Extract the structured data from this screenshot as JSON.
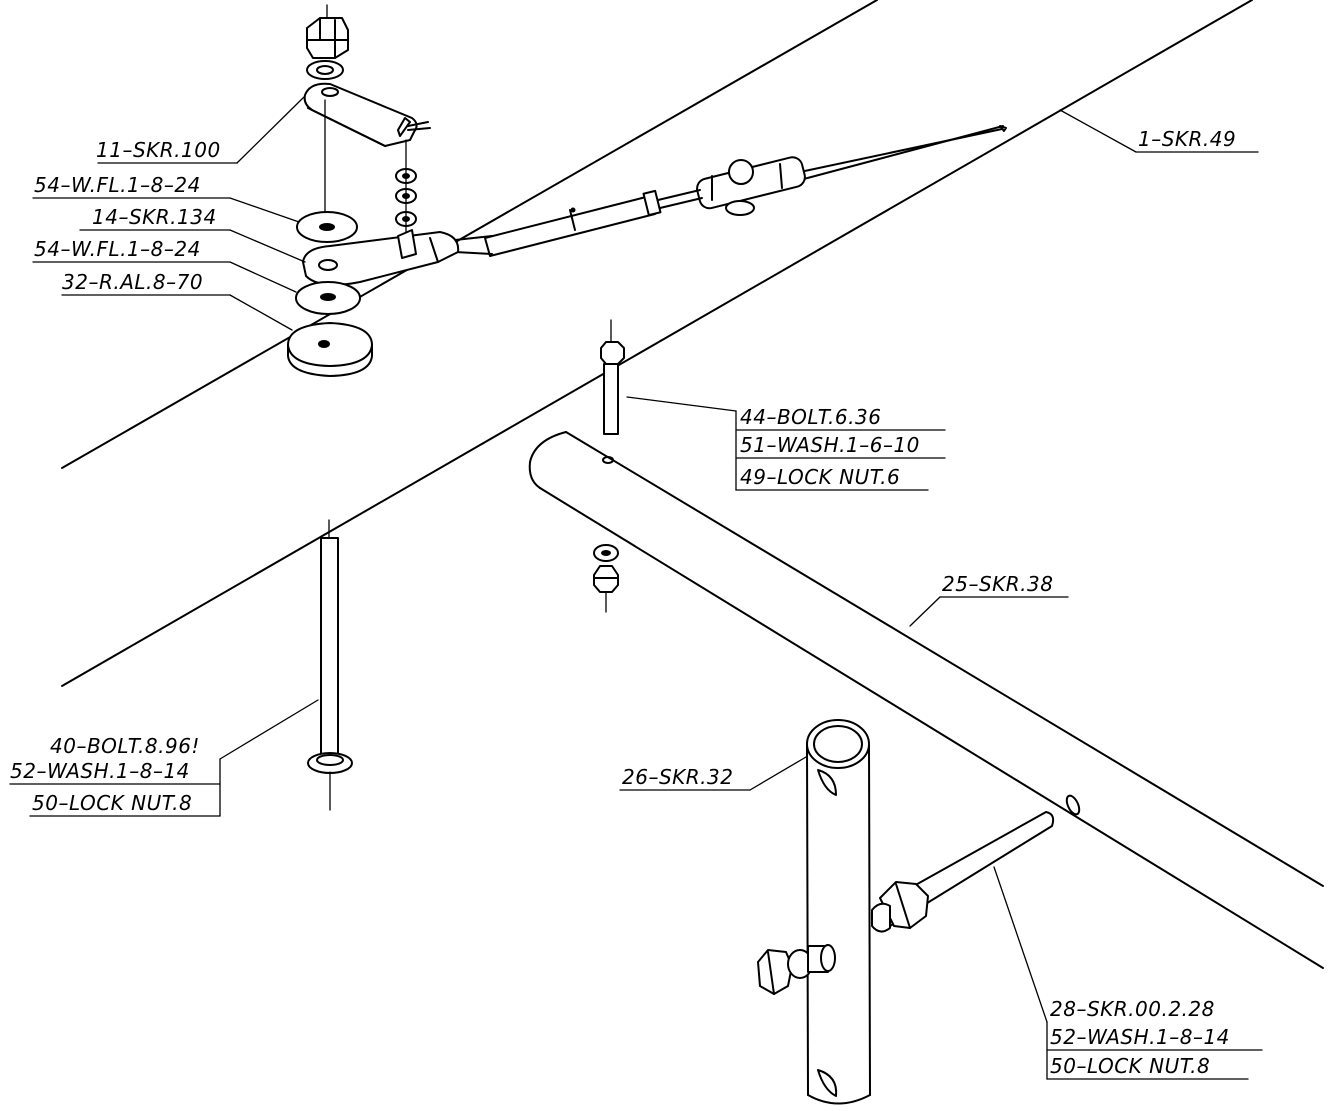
{
  "labels": {
    "skr100": "11–SKR.100",
    "wfl_a": "54–W.FL.1–8–24",
    "skr134": "14–SKR.134",
    "wfl_b": "54–W.FL.1–8–24",
    "ral": "32–R.AL.8–70",
    "skr49": "1–SKR.49",
    "bolt636": "44–BOLT.6.36",
    "wash1610": "51–WASH.1–6–10",
    "locknut6": "49–LOCK NUT.6",
    "skr38": "25–SKR.38",
    "bolt896": "40–BOLT.8.96!",
    "wash1814_a": "52–WASH.1–8–14",
    "locknut8_a": "50–LOCK NUT.8",
    "skr32": "26–SKR.32",
    "skr0228": "28–SKR.00.2.28",
    "wash1814_b": "52–WASH.1–8–14",
    "locknut8_b": "50–LOCK NUT.8"
  }
}
